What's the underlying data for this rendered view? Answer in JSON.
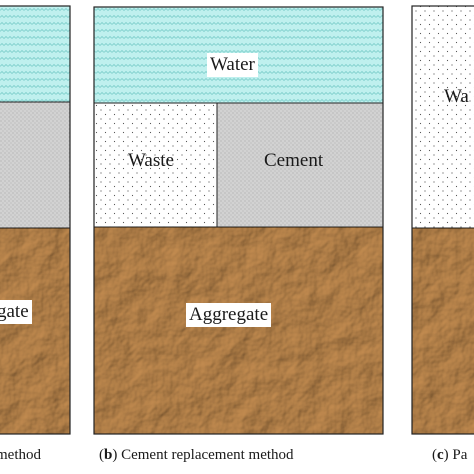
{
  "colors": {
    "water": "#bff0ee",
    "waste": "#ffffff",
    "cement": "#d0d0d0",
    "aggregate": "#c9a173",
    "border": "#222222"
  },
  "panel_a": {
    "layers": [
      "water",
      "cement",
      "aggregate"
    ],
    "aggregate_label": "gate",
    "caption_text": " method"
  },
  "panel_b": {
    "layers": [
      "water",
      "waste",
      "cement",
      "aggregate"
    ],
    "water_label": "Water",
    "waste_label": "Waste",
    "cement_label": "Cement",
    "aggregate_label": "Aggregate",
    "caption_paren_open": "(",
    "caption_letter": "b",
    "caption_rest": ") Cement replacement method"
  },
  "panel_c": {
    "layers": [
      "waste",
      "aggregate"
    ],
    "waste_label": "Wa",
    "caption_paren_open": "(",
    "caption_letter": "c",
    "caption_rest": ") Pa"
  }
}
